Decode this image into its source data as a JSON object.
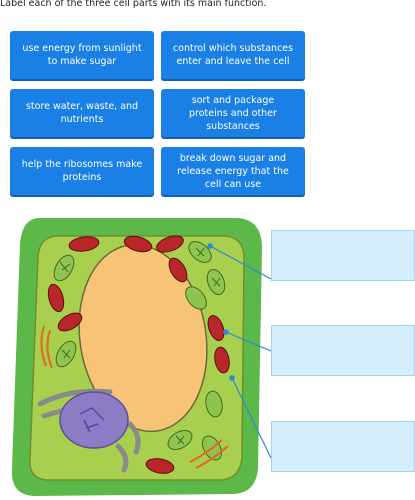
{
  "prompt": "Label each of the three cell parts with its main function.",
  "tiles": [
    {
      "label": "use energy from sunlight to make sugar"
    },
    {
      "label": "control which substances enter and leave the cell"
    },
    {
      "label": "store water, waste, and nutrients"
    },
    {
      "label": "sort and package proteins and other substances"
    },
    {
      "label": "help the ribosomes make proteins"
    },
    {
      "label": "break down sugar and release energy that the cell can use"
    }
  ],
  "colors": {
    "tile": "#1a80e6",
    "dropzone": "#d5eefb",
    "pointer": "#2b8bd6",
    "cell_wall": "#5cb849",
    "cytoplasm": "#a9cf4f",
    "vacuole": "#f7c377",
    "mitochondria": "#b8262a",
    "chloroplast": "#8ec44f",
    "golgi": "#8a8a8a",
    "nucleus": "#8c7cc6"
  }
}
